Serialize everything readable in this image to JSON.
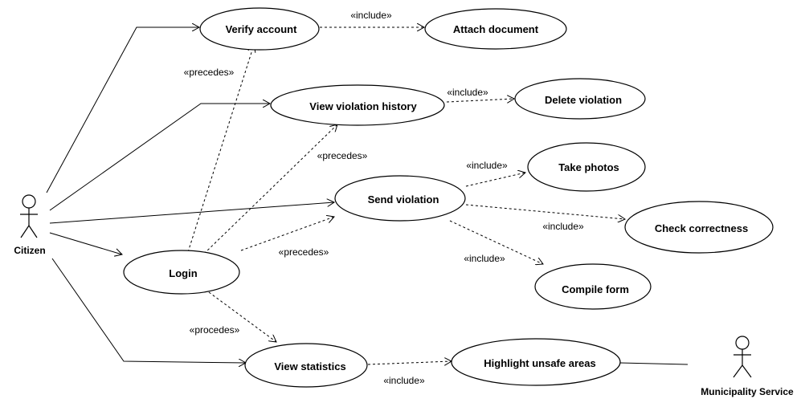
{
  "actors": {
    "citizen": "Citizen",
    "municipality": "Municipality Service"
  },
  "use_cases": {
    "verify_account": "Verify account",
    "attach_document": "Attach document",
    "view_violation_history": "View violation history",
    "delete_violation": "Delete violation",
    "take_photos": "Take photos",
    "send_violation": "Send violation",
    "check_correctness": "Check correctness",
    "login": "Login",
    "compile_form": "Compile form",
    "view_statistics": "View statistics",
    "highlight_unsafe_areas": "Highlight unsafe areas"
  },
  "labels": {
    "include_attach": "«include»",
    "include_delete": "«include»",
    "include_photos": "«include»",
    "include_check": "«include»",
    "include_compile": "«include»",
    "include_highlight": "«include»",
    "precedes_verify": "«precedes»",
    "precedes_history": "«precedes»",
    "precedes_send": "«precedes»",
    "procedes_stats": "«procedes»"
  }
}
